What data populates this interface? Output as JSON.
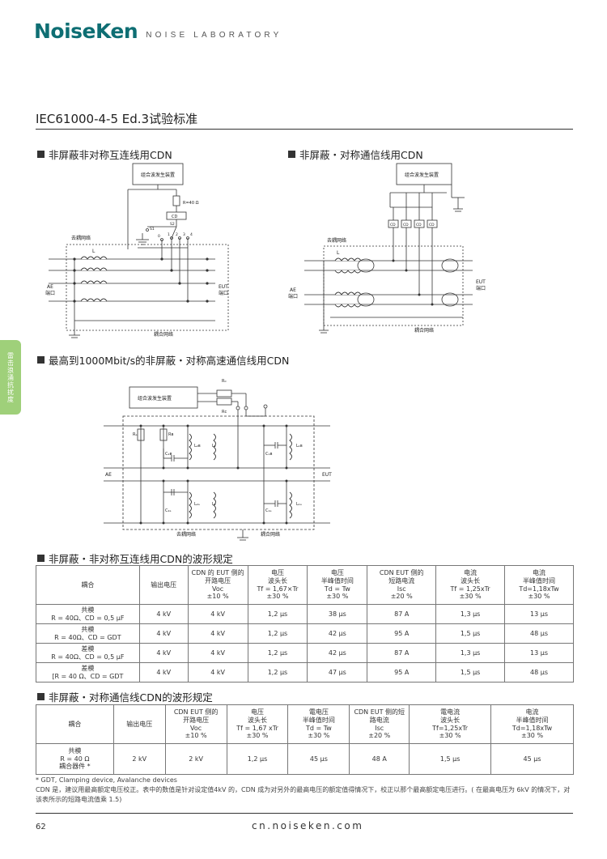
{
  "logo": {
    "main": "NoiseKen",
    "sub": "NOISE LABORATORY"
  },
  "page_title": "IEC61000-4-5 Ed.3试验标准",
  "side_tab": "雷击浪涌抗扰度",
  "sections": {
    "s1": "非屏蔽非对称互连线用CDN",
    "s2": "非屏蔽・对称通信线用CDN",
    "s3": "最高到1000Mbit/s的非屏蔽・对称高速通信线用CDN",
    "s4": "非屏蔽・非对称互连线用CDN的波形规定",
    "s5": "非屏蔽・对称通信线CDN的波形规定"
  },
  "diagram1": {
    "generator": "组合波发生装置",
    "r40": "R=40 Ω",
    "cd": "CD",
    "s1": "S1",
    "s2": "S2",
    "pos": [
      "0",
      "1",
      "2",
      "3",
      "4"
    ],
    "decoupling": "去耦网络",
    "l": "L",
    "ae": "AE",
    "ae_port": "端口",
    "eut": "EUT",
    "eut_port": "端口",
    "coupling": "耦合网络"
  },
  "diagram2": {
    "generator": "组合波发生装置",
    "cds": [
      "CD",
      "CD",
      "CD",
      "CD"
    ],
    "decoupling": "去耦网络",
    "l": "L",
    "ae": "AE",
    "ae_port": "端口",
    "eut": "EUT",
    "eut_port": "端口",
    "coupling": "耦合网络"
  },
  "diagram3": {
    "generator": "组合波发生装置",
    "r0": "R₀",
    "rc": "Rᴄ",
    "ra": "Rₐ",
    "rb": "Rʙ",
    "c2b": "C₂ʙ",
    "l2b": "L₂ʙ",
    "l2": "L₂",
    "c1b": "C₁ʙ",
    "l1b": "L₁ʙ",
    "c2a": "C₂ₐ",
    "l2a": "L₂ₐ",
    "c1a": "C₁ₐ",
    "l1a": "L₁ₐ",
    "ae": "AE",
    "eut": "EUT",
    "decoupling": "去耦网络",
    "coupling": "耦合网络"
  },
  "table1": {
    "headers": [
      "耦合",
      "输出电压",
      "CDN 的 EUT 侧的\n开路电压\nVoc\n±10 %",
      "电压\n波头长\nTf = 1,67×Tr\n±30 %",
      "电压\n半峰值时间\nTd = Tw\n±30 %",
      "CDN EUT 侧的\n短路电流\nIsc\n±20 %",
      "电流\n波头长\nTf = 1,25xTr\n±30 %",
      "电流\n半峰值时间\nTd=1,18xTw\n±30 %"
    ],
    "rows": [
      [
        "共模\nR = 40Ω、CD = 0,5 μF",
        "4 kV",
        "4 kV",
        "1,2 μs",
        "38 μs",
        "87 A",
        "1,3 μs",
        "13 μs"
      ],
      [
        "共模\nR = 40Ω、CD = GDT",
        "4 kV",
        "4 kV",
        "1,2 μs",
        "42 μs",
        "95 A",
        "1,5 μs",
        "48 μs"
      ],
      [
        "差模\nR = 40Ω、CD = 0,5 μF",
        "4 kV",
        "4 kV",
        "1,2 μs",
        "42 μs",
        "87 A",
        "1,3 μs",
        "13 μs"
      ],
      [
        "差模\n[R = 40 Ω、CD = GDT",
        "4 kV",
        "4 kV",
        "1,2 μs",
        "47 μs",
        "95 A",
        "1,5 μs",
        "48 μs"
      ]
    ]
  },
  "table2": {
    "headers": [
      "耦合",
      "输出电压",
      "CDN EUT 侧的\n开路电压\nVoc\n±10 %",
      "电压\n波头长\nTf = 1,67 xTr\n±30 %",
      "電电压\n半峰值时间\nTd = Tw\n±30 %",
      "CDN EUT 侧的短\n路电流\nIsc\n±20 %",
      "電电流\n波头长\nTf=1,25xTr\n±30 %",
      "电流\n半峰值时间\nTd=1,18xTw\n±30 %"
    ],
    "rows": [
      [
        "共模\nR = 40 Ω\n耦合器件 *",
        "2 kV",
        "2 kV",
        "1,2 μs",
        "45 μs",
        "48 A",
        "1,5 μs",
        "45 μs"
      ]
    ]
  },
  "footnotes": {
    "line1": "* GDT, Clamping device, Avalanche devices",
    "line2": "CDN  是，建议用最高额定电压校正。表中的数值是针对设定值4kV 的，CDN 成为对另外的最高电压的额定值得情况下，校正以那个最高额定电压进行。( 在最高电压为 6kV 的情况下，对该表所示的短路电流值乘 1.5)"
  },
  "footer": {
    "page": "62",
    "url": "cn.noiseken.com"
  }
}
